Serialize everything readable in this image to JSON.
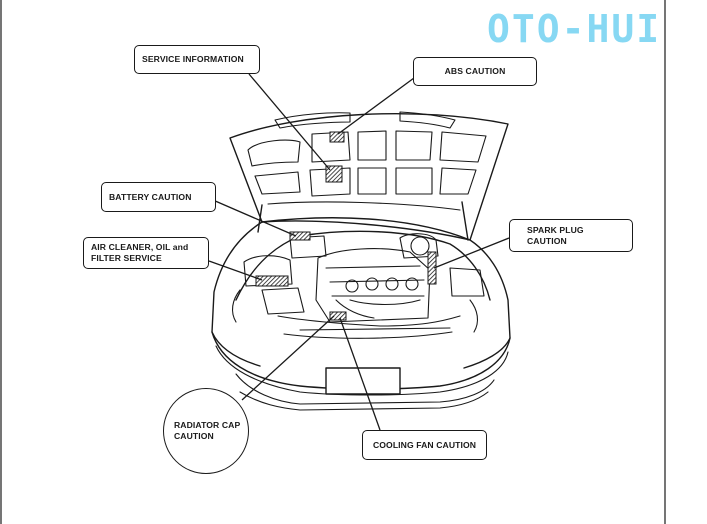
{
  "watermark": "OTO-HUI",
  "labels": {
    "service_information": "SERVICE INFORMATION",
    "abs_caution": "ABS CAUTION",
    "battery_caution": "BATTERY CAUTION",
    "air_cleaner": "AIR CLEANER, OIL and\nFILTER SERVICE",
    "spark_plug": "SPARK PLUG\nCAUTION",
    "radiator_cap": "RADIATOR CAP\nCAUTION",
    "cooling_fan": "COOLING FAN CAUTION"
  },
  "colors": {
    "ink": "#1a1a1a",
    "watermark": "#87d8f3",
    "background": "#ffffff"
  }
}
